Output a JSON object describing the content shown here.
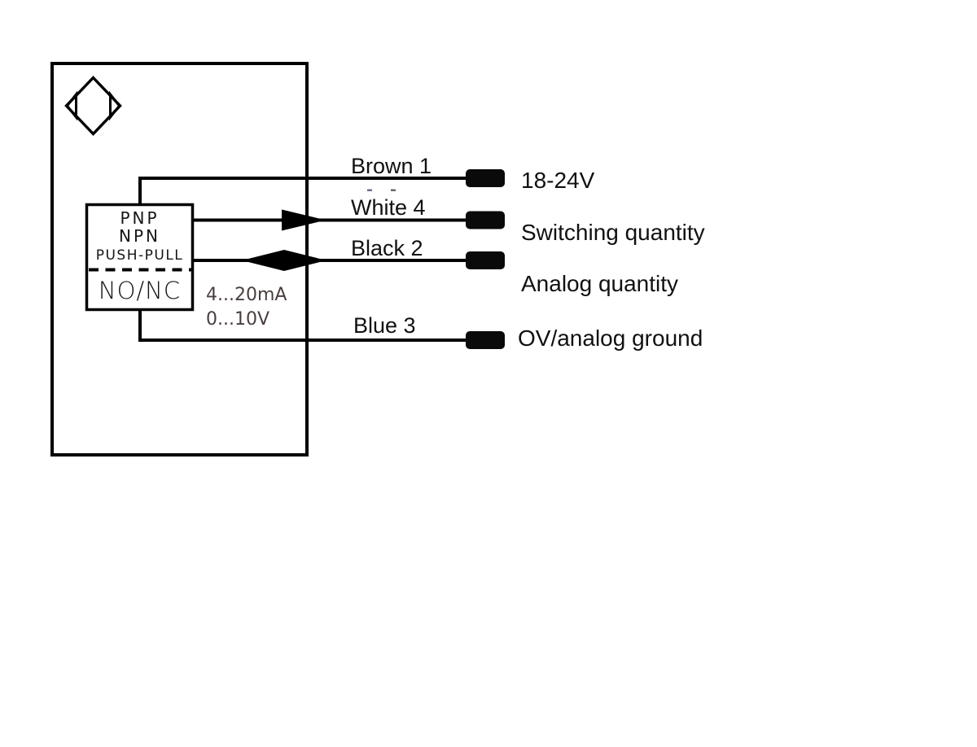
{
  "app": {
    "type": "sensor-wiring-diagram",
    "background": "#ffffff"
  },
  "sensor": {
    "symbol": "proximity-sensor-diamond",
    "output_modes": [
      "PNP",
      "NPN",
      "PUSH-PULL"
    ],
    "contact_type": "NO/NC",
    "analog_outputs": [
      "4...20mA",
      "0...10V"
    ]
  },
  "wires": [
    {
      "label": "Brown 1",
      "terminal_label": "18-24V",
      "connector": "none"
    },
    {
      "label": "White 4",
      "terminal_label": "Switching quantity",
      "connector": "arrow"
    },
    {
      "label": "Black 2",
      "terminal_label": "Analog quantity",
      "connector": "diamond"
    },
    {
      "label": "Blue 3",
      "terminal_label": "OV/analog ground",
      "connector": "none"
    }
  ],
  "colors": {
    "stroke": "#000000",
    "text": "#111111",
    "analog_range_text": "#4a3e3e",
    "terminal_fill": "#0a0a0a"
  }
}
